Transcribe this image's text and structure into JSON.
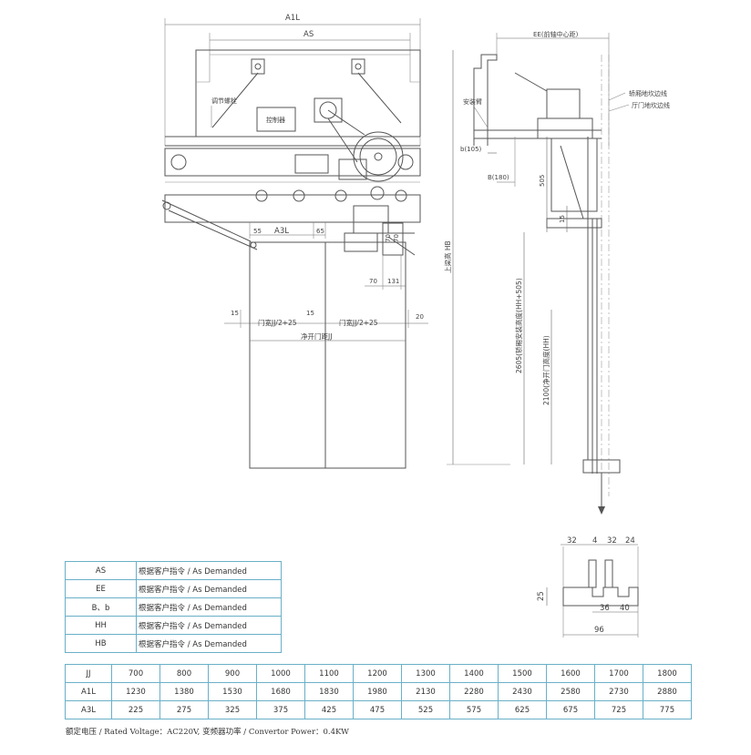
{
  "drawing": {
    "dims": {
      "a1l": "A1L",
      "as": "AS",
      "ee": "EE(前轴中心距)",
      "a3l": "A3L",
      "d55": "55",
      "d65": "65",
      "d70a": "70",
      "d70b": "70",
      "d70c": "70",
      "d131": "131",
      "d15a": "15",
      "d15b": "15",
      "d20": "20",
      "d15c": "15",
      "door_w1": "门宽JJ/2+25",
      "door_w2": "门宽JJ/2+25",
      "clear_open": "净开门距JJ",
      "b_small": "b(105)",
      "b_big": "B(180)",
      "d505": "505",
      "hb": "上梁高 HB",
      "v2605": "2605(轿厢安装高度(HH+505)",
      "v2100": "2100(净开门高度(HH)"
    },
    "labels": {
      "adjust_nut": "调节螺栓",
      "controller": "控制器",
      "mount_arm": "安装臂",
      "car_sill_line": "轿厢地坎边线",
      "landing_sill_line": "厅门地坎边线"
    },
    "detail": {
      "d32a": "32",
      "d4": "4",
      "d32b": "32",
      "d24": "24",
      "d25": "25",
      "d36": "36",
      "d40": "40",
      "d96": "96"
    }
  },
  "spec_table": [
    {
      "key": "AS",
      "value": "根据客户指令 / As Demanded"
    },
    {
      "key": "EE",
      "value": "根据客户指令 / As Demanded"
    },
    {
      "key": "B、b",
      "value": "根据客户指令 / As Demanded"
    },
    {
      "key": "HH",
      "value": "根据客户指令 / As Demanded"
    },
    {
      "key": "HB",
      "value": "根据客户指令 / As Demanded"
    }
  ],
  "dim_table": {
    "rows": [
      {
        "label": "JJ",
        "values": [
          "700",
          "800",
          "900",
          "1000",
          "1100",
          "1200",
          "1300",
          "1400",
          "1500",
          "1600",
          "1700",
          "1800"
        ]
      },
      {
        "label": "A1L",
        "values": [
          "1230",
          "1380",
          "1530",
          "1680",
          "1830",
          "1980",
          "2130",
          "2280",
          "2430",
          "2580",
          "2730",
          "2880"
        ]
      },
      {
        "label": "A3L",
        "values": [
          "225",
          "275",
          "325",
          "375",
          "425",
          "475",
          "525",
          "575",
          "625",
          "675",
          "725",
          "775"
        ]
      }
    ]
  },
  "footer": "额定电压 / Rated Voltage：AC220V, 变频器功率 / Convertor Power：0.4KW"
}
